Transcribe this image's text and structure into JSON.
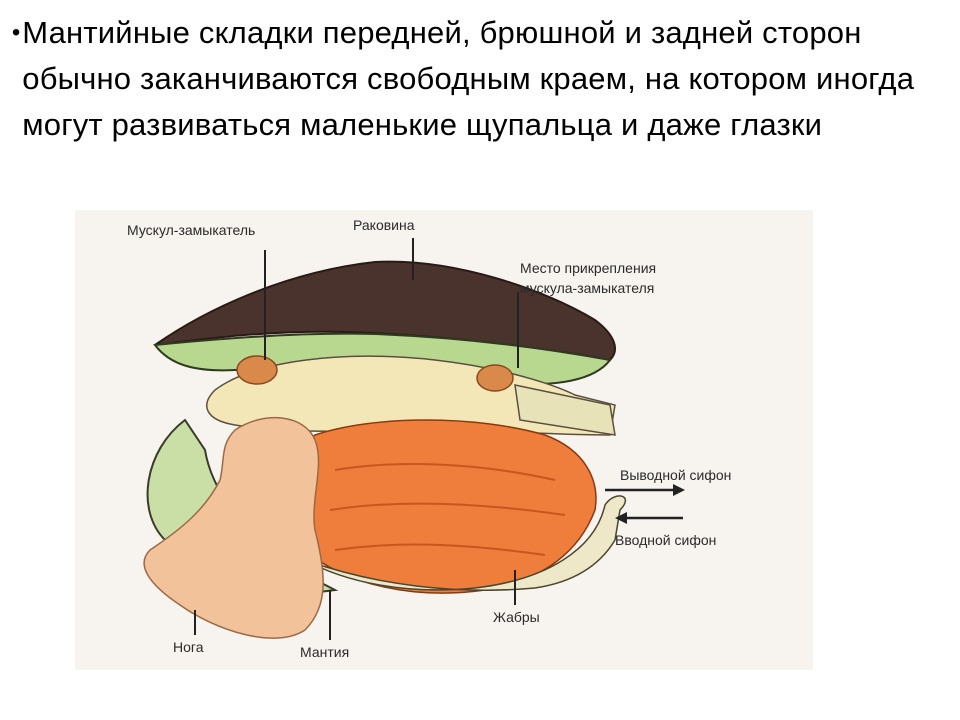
{
  "slide": {
    "bullet": "•",
    "text": "Мантийные складки передней, брюшной и задней сторон обычно заканчиваются свободным краем, на котором иногда могут развиваться маленькие щупальца и даже глазки"
  },
  "figure": {
    "labels": {
      "adductor": "Мускул-замыкатель",
      "shell": "Раковина",
      "attachment_line1": "Место прикрепления",
      "attachment_line2": "мускула-замыкателя",
      "outlet": "Выводной сифон",
      "inlet": "Вводной сифон",
      "gills": "Жабры",
      "foot": "Нога",
      "mantle": "Мантия"
    },
    "colors": {
      "shell": "#4a332c",
      "mantle_green": "#b8d890",
      "body": "#f3e7b8",
      "foot": "#f2c39a",
      "gills": "#ef7d3c",
      "muscle": "#d9894a"
    }
  }
}
